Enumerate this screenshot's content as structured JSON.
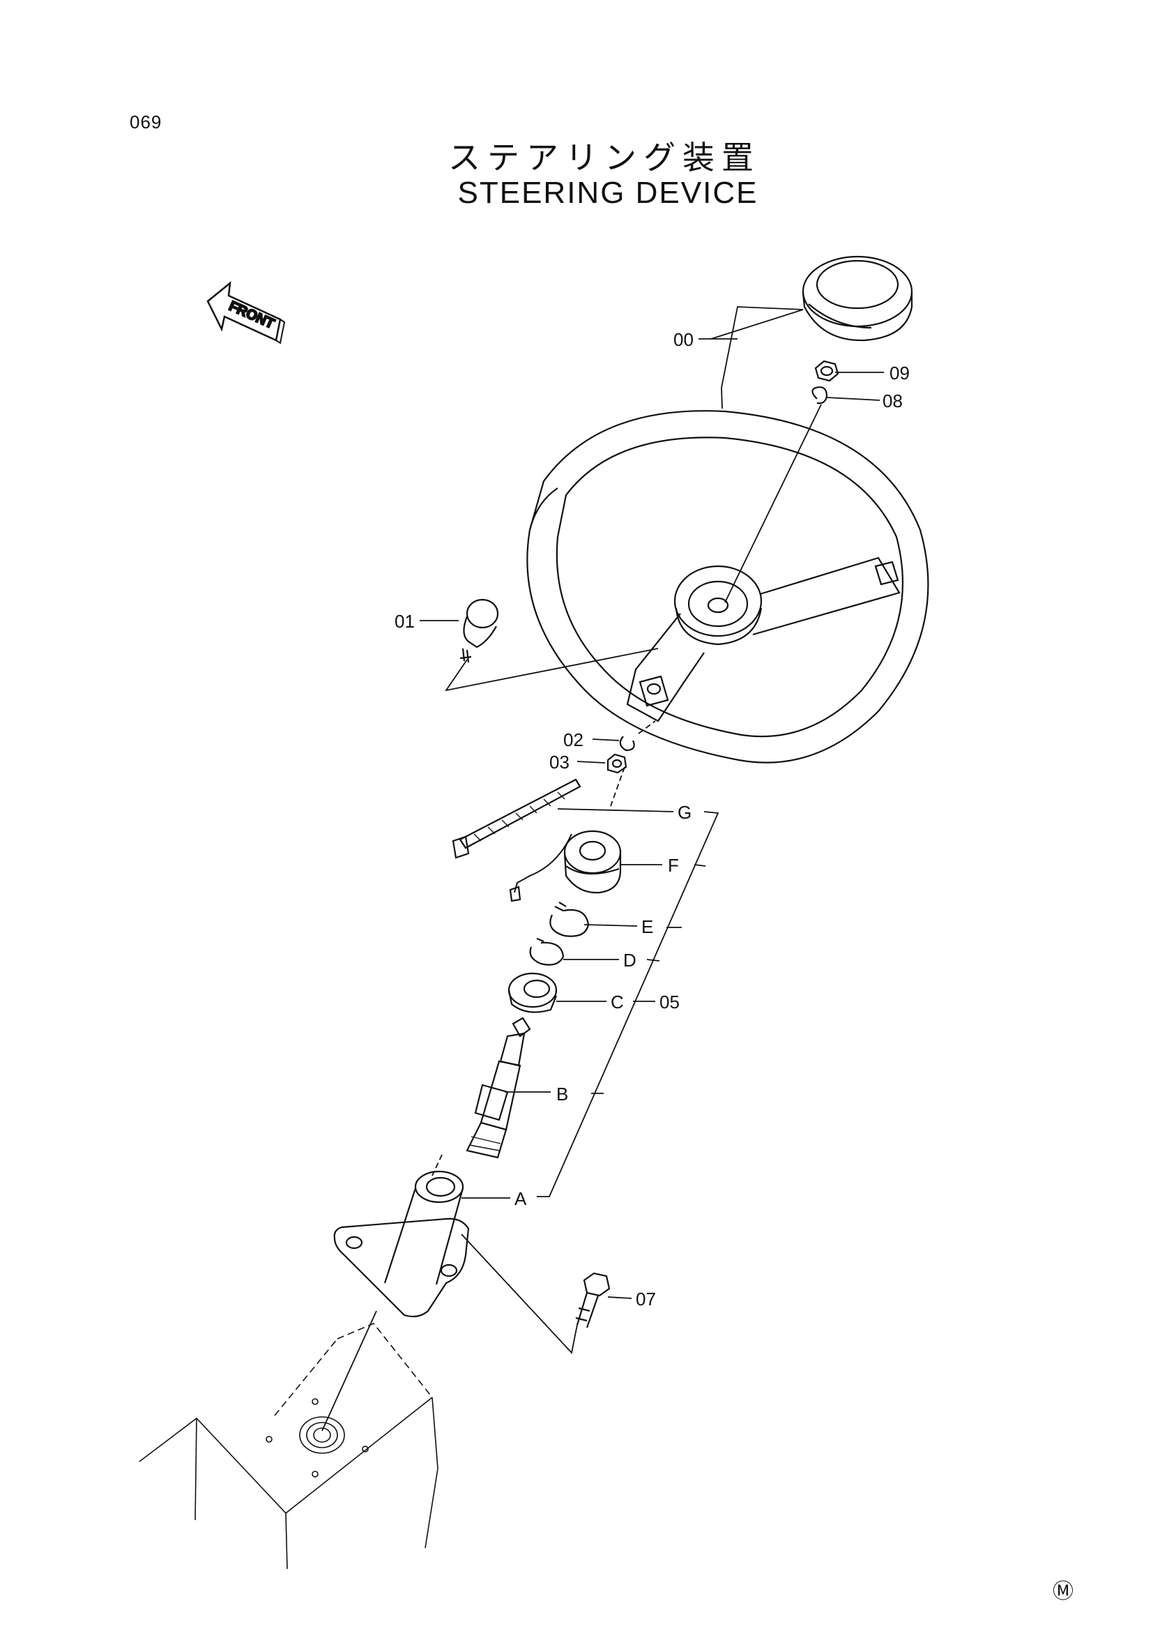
{
  "page": {
    "number": "069"
  },
  "title": {
    "japanese": "ステアリング装置",
    "english": "STEERING  DEVICE"
  },
  "front_arrow": {
    "label": "FRONT"
  },
  "mark": {
    "symbol": "Ⓜ"
  },
  "callouts": {
    "c00": "00",
    "c01": "01",
    "c02": "02",
    "c03": "03",
    "c05": "05",
    "c07": "07",
    "c08": "08",
    "c09": "09",
    "cA": "A",
    "cB": "B",
    "cC": "C",
    "cD": "D",
    "cE": "E",
    "cF": "F",
    "cG": "G"
  }
}
